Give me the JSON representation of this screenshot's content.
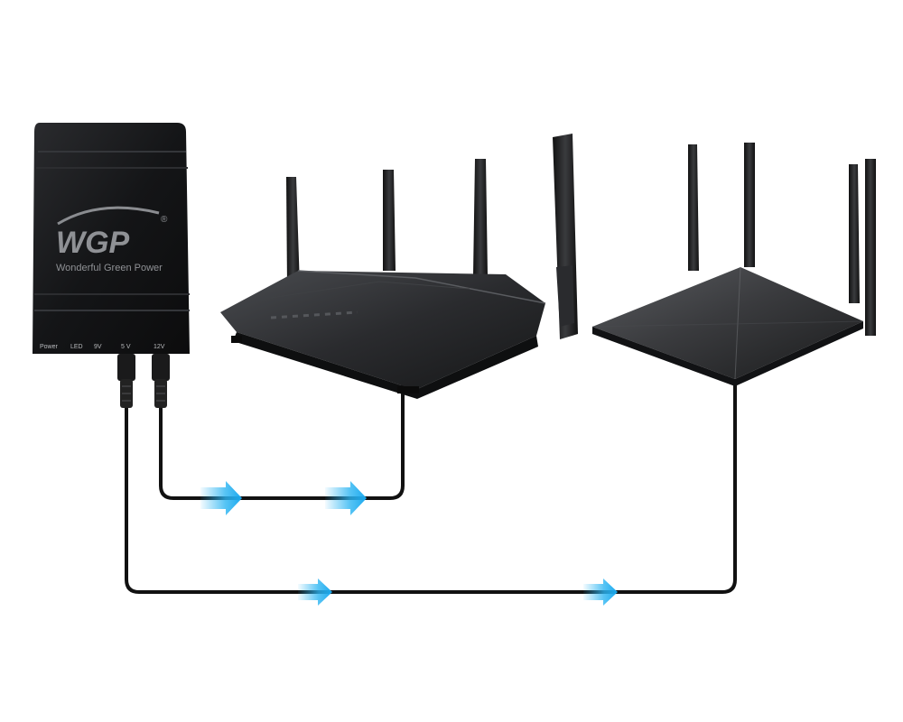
{
  "ups": {
    "logo_mark": "WGP",
    "registered_symbol": "®",
    "tagline": "Wonderful Green Power",
    "port_labels": {
      "power": "Power",
      "led": "LED",
      "out_9v": "9V",
      "out_5v": "5 V",
      "out_12v": "12V"
    }
  },
  "colors": {
    "device_body": "#1c1d1f",
    "cable": "#111111",
    "flow_arrow": "#2cb5f2",
    "background": "#ffffff"
  },
  "icons": {
    "flow": "arrow-right-icon"
  }
}
